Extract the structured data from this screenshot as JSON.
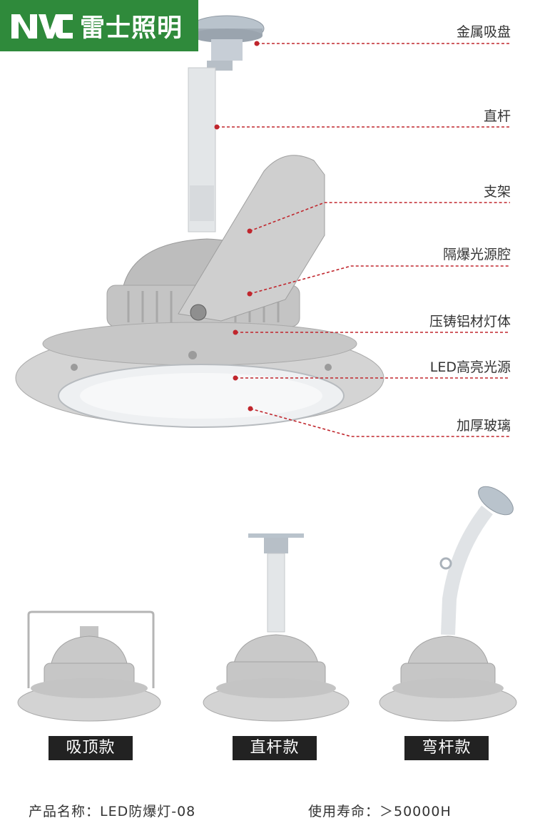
{
  "brand": {
    "logo_mark": "NVC",
    "name": "雷士照明"
  },
  "callouts": [
    {
      "label": "金属吸盘"
    },
    {
      "label": "直杆"
    },
    {
      "label": "支架"
    },
    {
      "label": "隔爆光源腔"
    },
    {
      "label": "压铸铝材灯体"
    },
    {
      "label": "LED高亮光源"
    },
    {
      "label": "加厚玻璃"
    }
  ],
  "variants": [
    {
      "label": "吸顶款"
    },
    {
      "label": "直杆款"
    },
    {
      "label": "弯杆款"
    }
  ],
  "specs": {
    "product_name": "产品名称：LED防爆灯-08",
    "lifespan": "使用寿命：＞50000H"
  },
  "colors": {
    "brand_green": "#2f8a3b",
    "callout_line": "#c0262d",
    "body_gray": "#c9c9c9"
  }
}
